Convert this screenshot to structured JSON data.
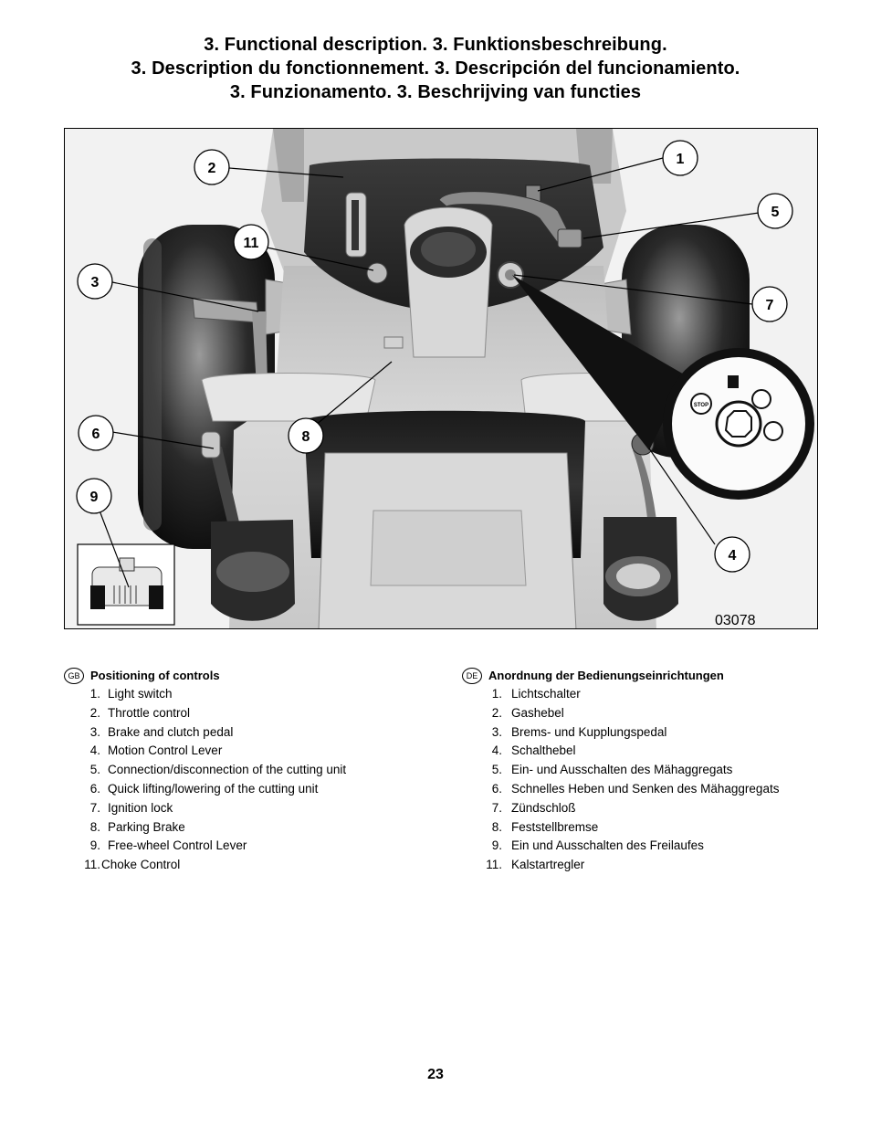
{
  "titles": [
    "3. Functional description.  3. Funktionsbeschreibung.",
    "3. Description du fonctionnement.  3. Descripción del funcionamiento.",
    "3. Funzionamento.  3. Beschrijving van functies"
  ],
  "figure": {
    "callouts": [
      "1",
      "2",
      "3",
      "4",
      "5",
      "6",
      "7",
      "8",
      "9",
      "11"
    ],
    "ref_code": "03078",
    "ignition_labels": {
      "stop": "STOP"
    }
  },
  "gb": {
    "badge": "GB",
    "heading": "Positioning of controls",
    "items": [
      {
        "num": "1.",
        "text": "Light switch"
      },
      {
        "num": "2.",
        "text": "Throttle control"
      },
      {
        "num": "3.",
        "text": "Brake and clutch pedal"
      },
      {
        "num": "4.",
        "text": "Motion Control Lever"
      },
      {
        "num": "5.",
        "text": "Connection/disconnection of the cutting unit"
      },
      {
        "num": "6.",
        "text": "Quick lifting/lowering  of the cutting unit"
      },
      {
        "num": "7.",
        "text": "Ignition lock"
      },
      {
        "num": "8.",
        "text": "Parking Brake"
      },
      {
        "num": "9.",
        "text": "Free-wheel Control Lever"
      },
      {
        "num": "11.",
        "text": "Choke Control"
      }
    ]
  },
  "de": {
    "badge": "DE",
    "heading": "Anordnung der Bedienungseinrichtungen",
    "items": [
      {
        "num": "1.",
        "text": "Lichtschalter"
      },
      {
        "num": "2.",
        "text": "Gashebel"
      },
      {
        "num": "3.",
        "text": "Brems- und Kupplungspedal"
      },
      {
        "num": "4.",
        "text": "Schalthebel"
      },
      {
        "num": "5.",
        "text": "Ein- und Ausschalten des Mähaggregats"
      },
      {
        "num": "6.",
        "text": "Schnelles Heben und Senken des Mähaggregats"
      },
      {
        "num": "7.",
        "text": "Zündschloß"
      },
      {
        "num": "8.",
        "text": "Feststellbremse"
      },
      {
        "num": "9.",
        "text": "Ein und Ausschalten des Freilaufes"
      },
      {
        "num": "11.",
        "text": "Kalstartregler"
      }
    ]
  },
  "page_number": "23"
}
